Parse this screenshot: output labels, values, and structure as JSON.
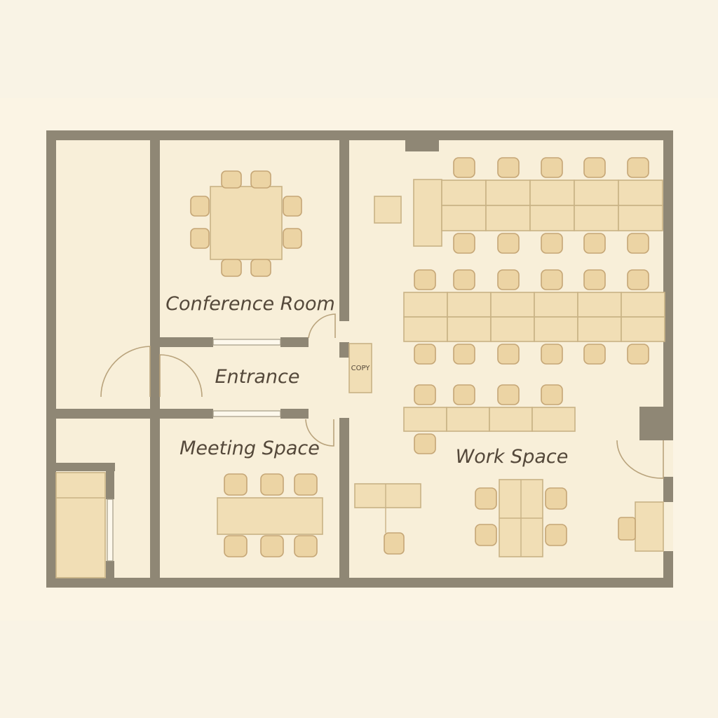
{
  "plan": {
    "rooms": {
      "conference": "Conference Room",
      "entrance": "Entrance",
      "meeting": "Meeting Space",
      "work": "Work Space"
    },
    "copier_label": "COPY"
  },
  "colors": {
    "wall": "#8f8775",
    "floor": "#f8efd9",
    "furniture": "#f1deb5",
    "chair": "#ecd4a4",
    "text": "#54483a"
  }
}
